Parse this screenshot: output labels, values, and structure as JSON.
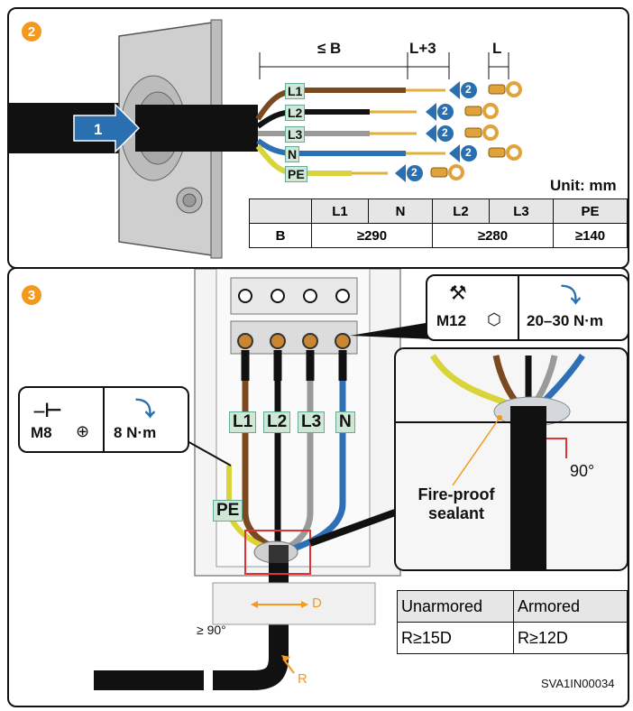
{
  "step2": {
    "number": "2",
    "dims": {
      "b": "≤ B",
      "l3": "L+3",
      "l": "L"
    },
    "wires": [
      "L1",
      "L2",
      "L3",
      "N",
      "PE"
    ],
    "badge_num": "2",
    "insert_num": "1",
    "unit": "Unit: mm",
    "table": {
      "header": [
        "",
        "L1",
        "N",
        "L2",
        "L3",
        "PE"
      ],
      "row": [
        "B",
        "≥290",
        "≥280",
        "≥140"
      ]
    }
  },
  "step3": {
    "number": "3",
    "terminals": [
      "L1",
      "L2",
      "L3",
      "N"
    ],
    "pe_label": "PE",
    "tool_left": {
      "size": "M8",
      "torque": "8 N·m"
    },
    "tool_right": {
      "size": "M12",
      "torque": "20–30 N·m"
    },
    "sealant": "Fire-proof\nsealant",
    "angle_right": "90°",
    "angle_left": "≥ 90°",
    "d_label": "D",
    "r_label": "R",
    "bend_table": {
      "header": [
        "Unarmored",
        "Armored"
      ],
      "row": [
        "R≥15D",
        "R≥12D"
      ]
    },
    "code": "SVA1IN00034"
  },
  "colors": {
    "brown": "#7a4a1e",
    "black": "#111111",
    "gray": "#9a9a9a",
    "blue": "#2f6fb6",
    "yellow": "#d8d43a",
    "green": "#6aa84f",
    "badge": "#f39a1e",
    "tag": "#cfe8d6",
    "arrow": "#2a6fb0",
    "lug": "#e0a23a"
  }
}
